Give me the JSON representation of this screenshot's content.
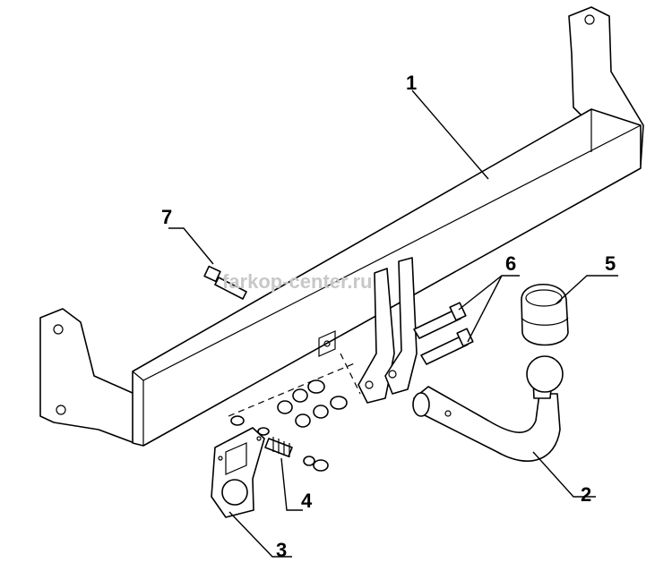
{
  "watermark": "farkop-center.ru",
  "callouts": [
    "1",
    "2",
    "3",
    "4",
    "5",
    "6",
    "7"
  ]
}
